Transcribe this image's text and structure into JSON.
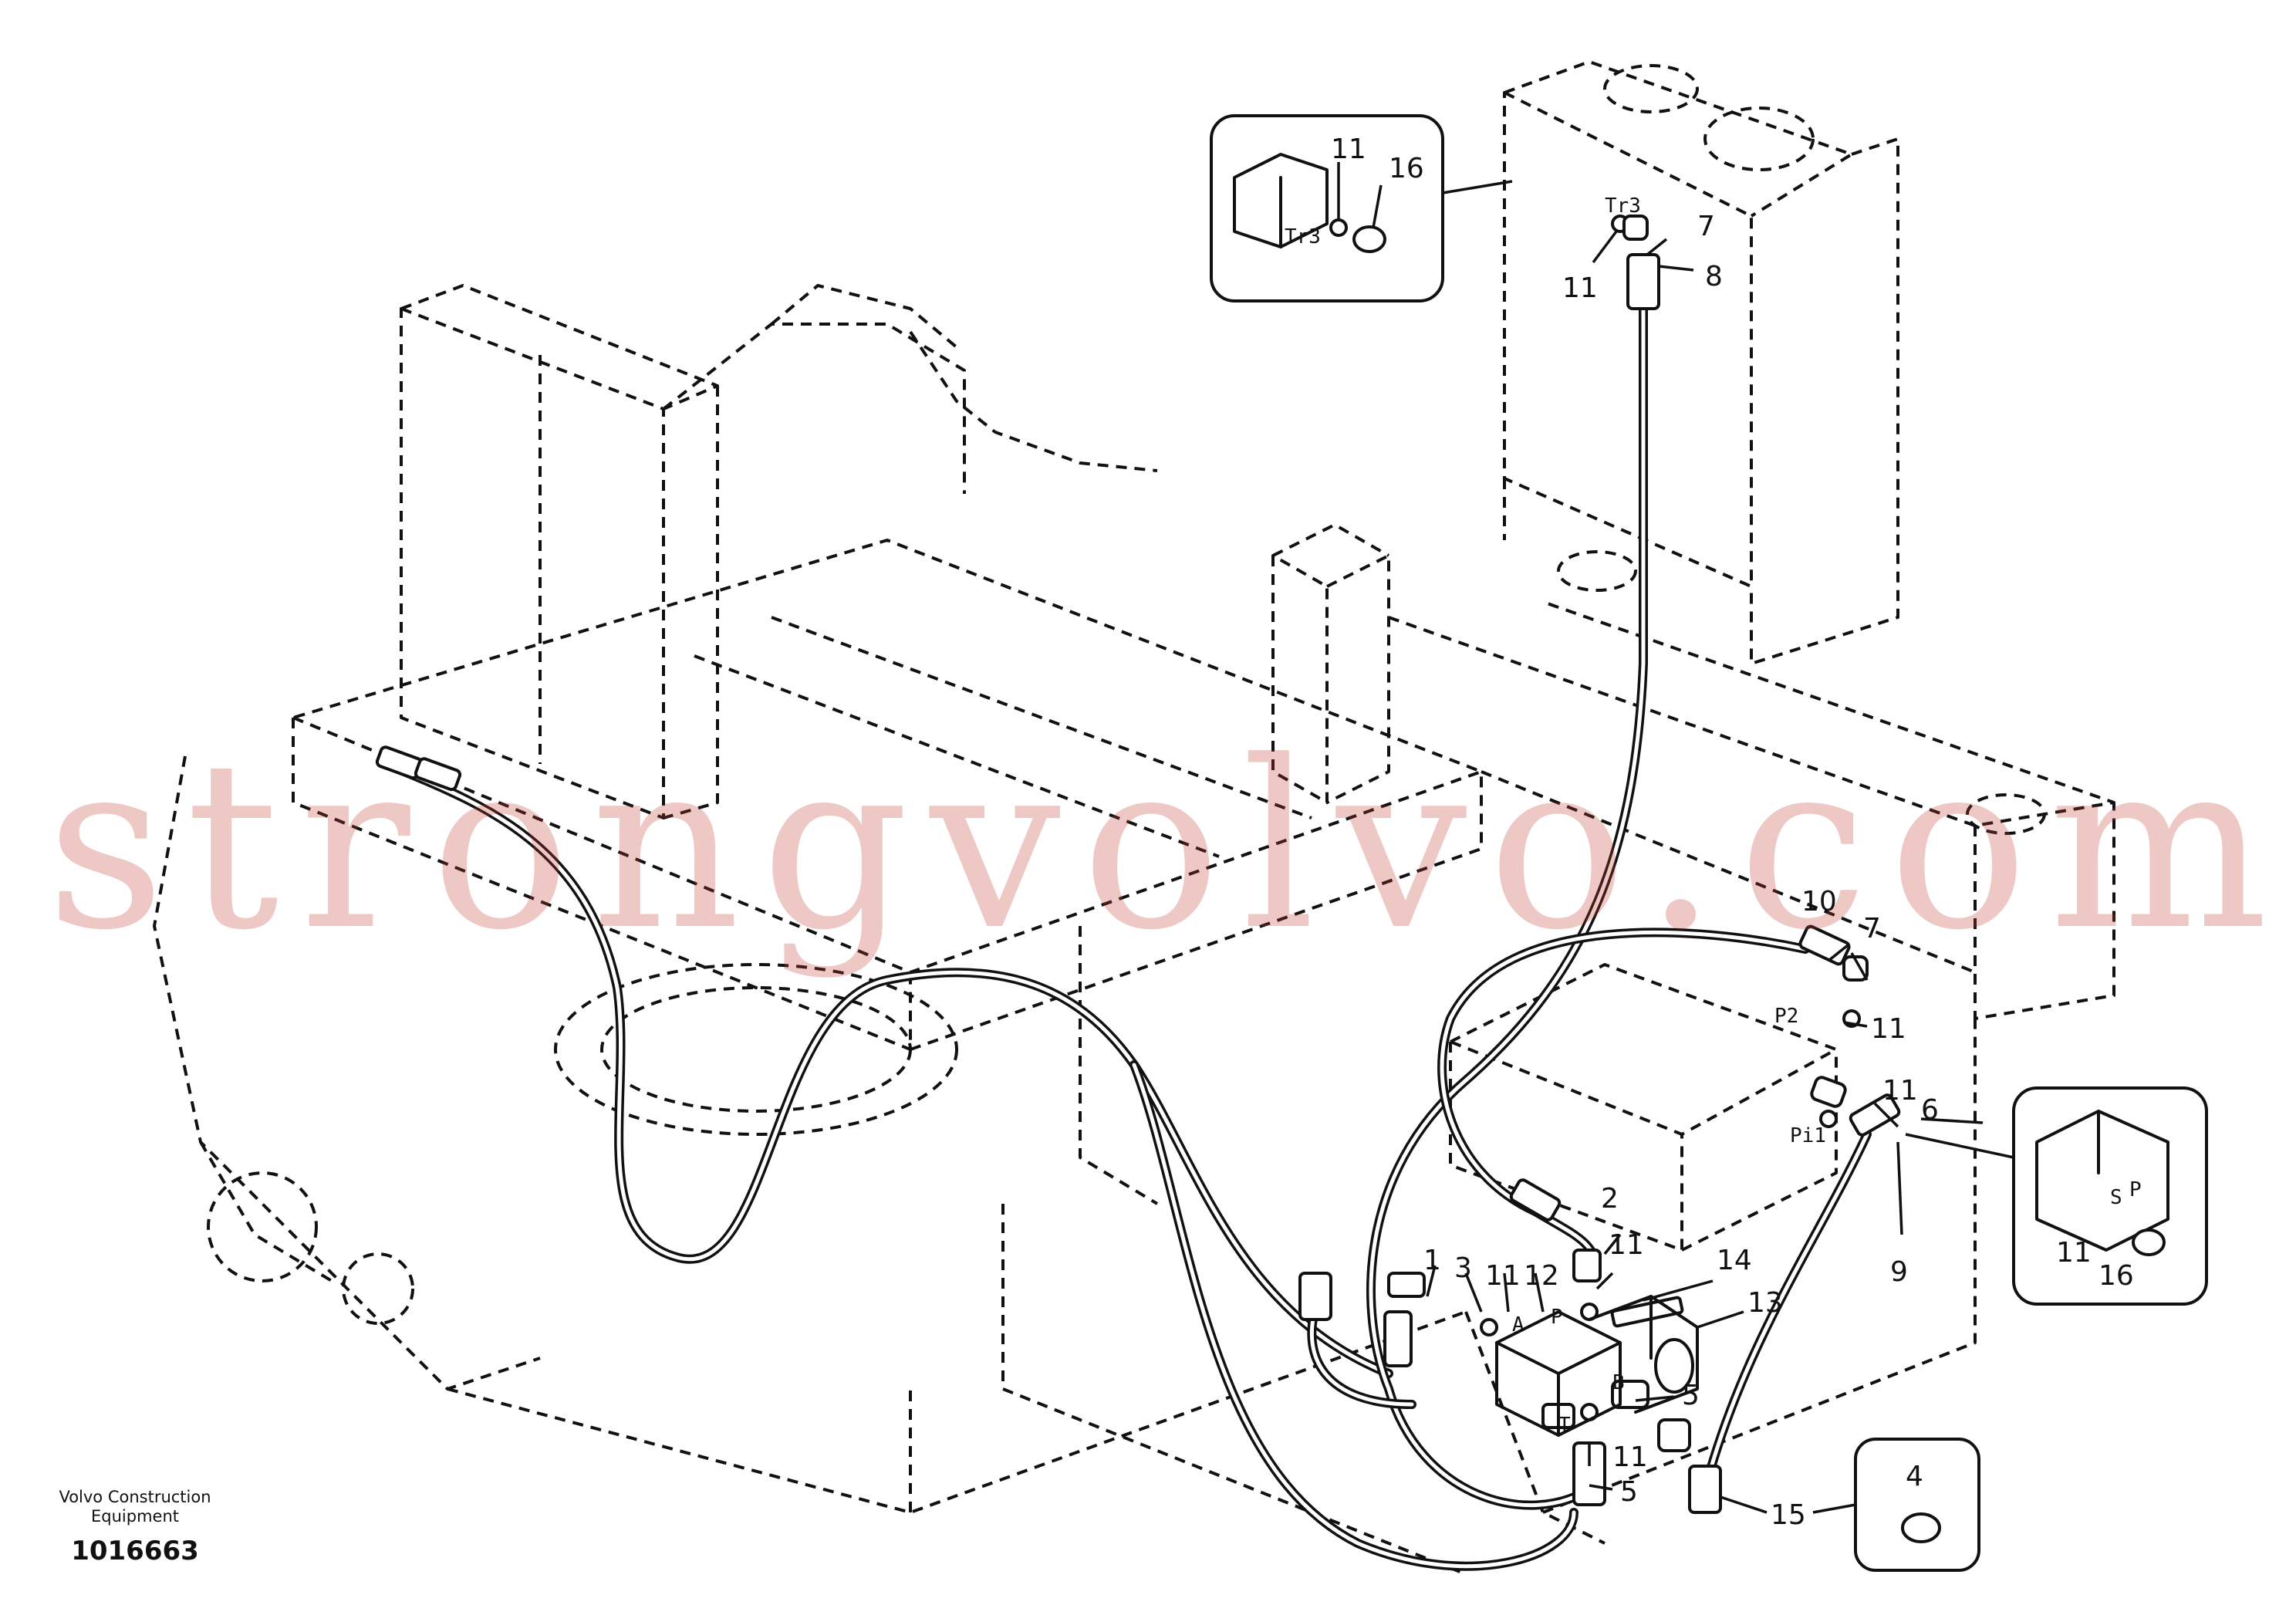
{
  "watermark": "strongvolvo.com",
  "publisher": "Volvo Construction Equipment",
  "drawing_number": "1016663",
  "callouts": {
    "c1": "1",
    "c2": "2",
    "c3": "3",
    "c4": "4",
    "c5a": "5",
    "c5b": "5",
    "c6": "6",
    "c7a": "7",
    "c7b": "7",
    "c8": "8",
    "c9": "9",
    "c10": "10",
    "c11a": "11",
    "c11b": "11",
    "c11c": "11",
    "c11d": "11",
    "c11e": "11",
    "c11f": "11",
    "c11g": "11",
    "c11h": "11",
    "c12": "12",
    "c13": "13",
    "c14": "14",
    "c15": "15",
    "c16a": "16",
    "c16b": "16"
  },
  "ports": {
    "tr3_inset": "Tr3",
    "tr3_main": "Tr3",
    "p2": "P2",
    "pi1": "Pi1",
    "a": "A",
    "p": "P",
    "t": "T",
    "b": "B",
    "p_inset": "P",
    "s_inset": "S"
  },
  "colors": {
    "line": "#111111",
    "watermark": "#c0392b",
    "background": "#ffffff"
  }
}
